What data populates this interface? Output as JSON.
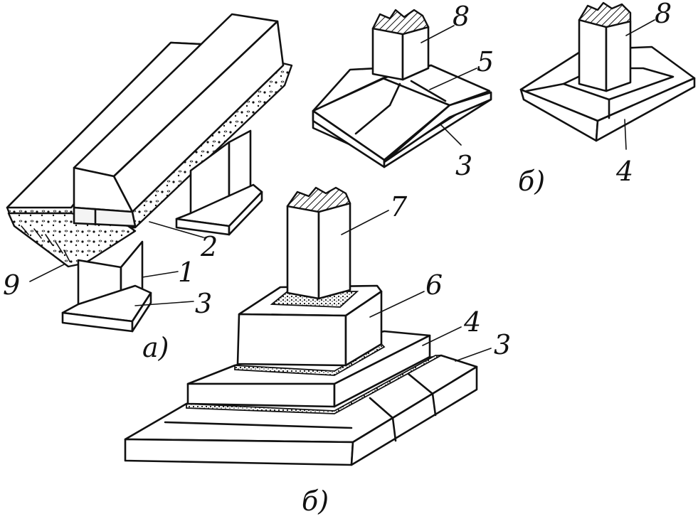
{
  "labels": {
    "n1": "1",
    "n2": "2",
    "n3a": "3",
    "n3b": "3",
    "n3c": "3",
    "n4a": "4",
    "n4b": "4",
    "n5": "5",
    "n6": "6",
    "n7": "7",
    "n8a": "8",
    "n8b": "8",
    "n9": "9"
  },
  "captions": {
    "a": "а)",
    "b_left": "б)",
    "b_right": "б)"
  }
}
